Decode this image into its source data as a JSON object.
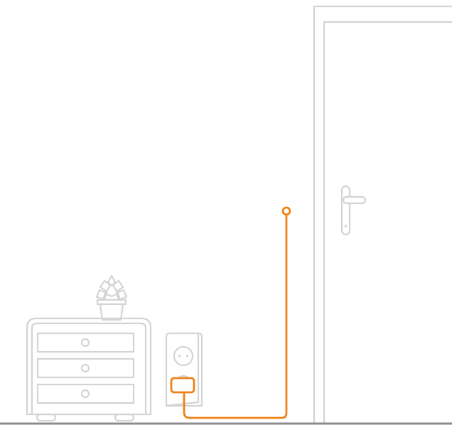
{
  "scene": {
    "description_items": [
      "dresser",
      "plant",
      "wall-socket",
      "adapter",
      "sensor-cable",
      "door",
      "door-handle",
      "floor"
    ],
    "colors": {
      "outline": "#d4d4d4",
      "floor": "#8c8c8c",
      "cable": "#ee8216",
      "background": "#ffffff"
    },
    "dresser": {
      "drawer_count": 3
    }
  }
}
